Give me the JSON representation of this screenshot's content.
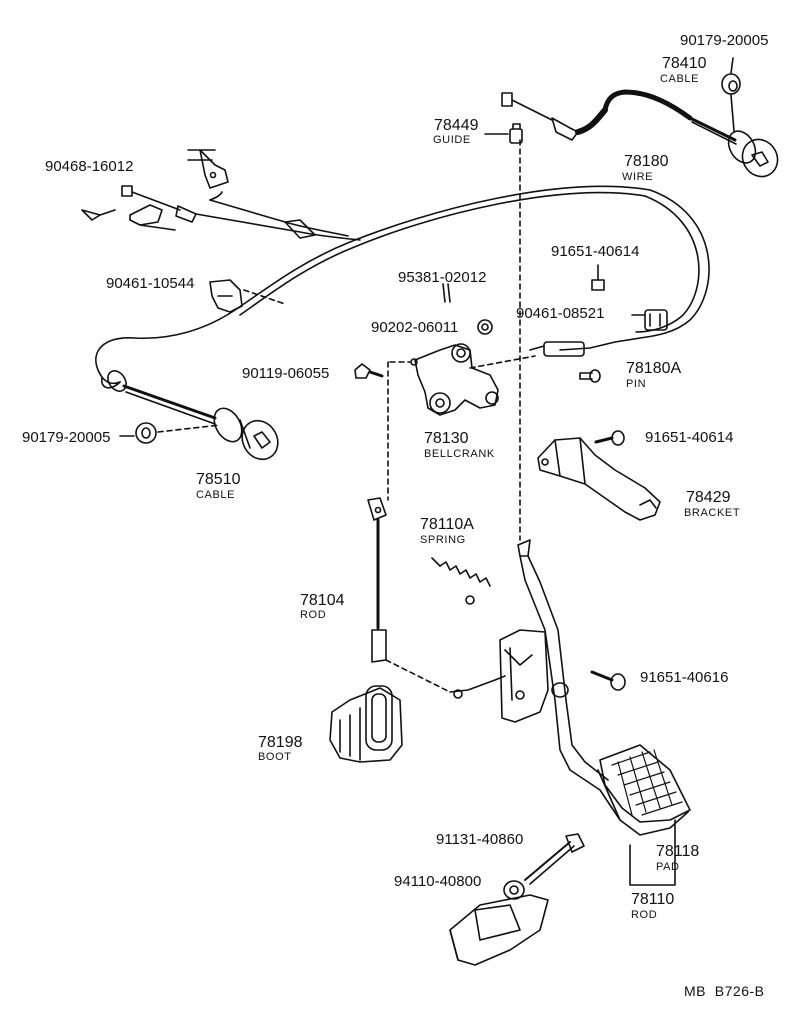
{
  "labels": {
    "p90179_top": "90179-20005",
    "p78410": "78410",
    "p78410_name": "CABLE",
    "p78449": "78449",
    "p78449_name": "GUIDE",
    "p90468": "90468-16012",
    "p78180": "78180",
    "p78180_name": "WIRE",
    "p91651_a": "91651-40614",
    "p95381": "95381-02012",
    "p90461_a": "90461-10544",
    "p90461_b": "90461-08521",
    "p90202": "90202-06011",
    "p90119": "90119-06055",
    "p78180A": "78180A",
    "p78180A_name": "PIN",
    "p90179_left": "90179-20005",
    "p78130": "78130",
    "p78130_name": "BELLCRANK",
    "p91651_b": "91651-40614",
    "p78510": "78510",
    "p78510_name": "CABLE",
    "p78429": "78429",
    "p78429_name": "BRACKET",
    "p78110A": "78110A",
    "p78110A_name": "SPRING",
    "p78104": "78104",
    "p78104_name": "ROD",
    "p91651_c": "91651-40616",
    "p78198": "78198",
    "p78198_name": "BOOT",
    "p91131": "91131-40860",
    "p78118": "78118",
    "p78118_name": "PAD",
    "p94110": "94110-40800",
    "p78110": "78110",
    "p78110_name": "ROD",
    "footer": "MB  B726-B"
  }
}
